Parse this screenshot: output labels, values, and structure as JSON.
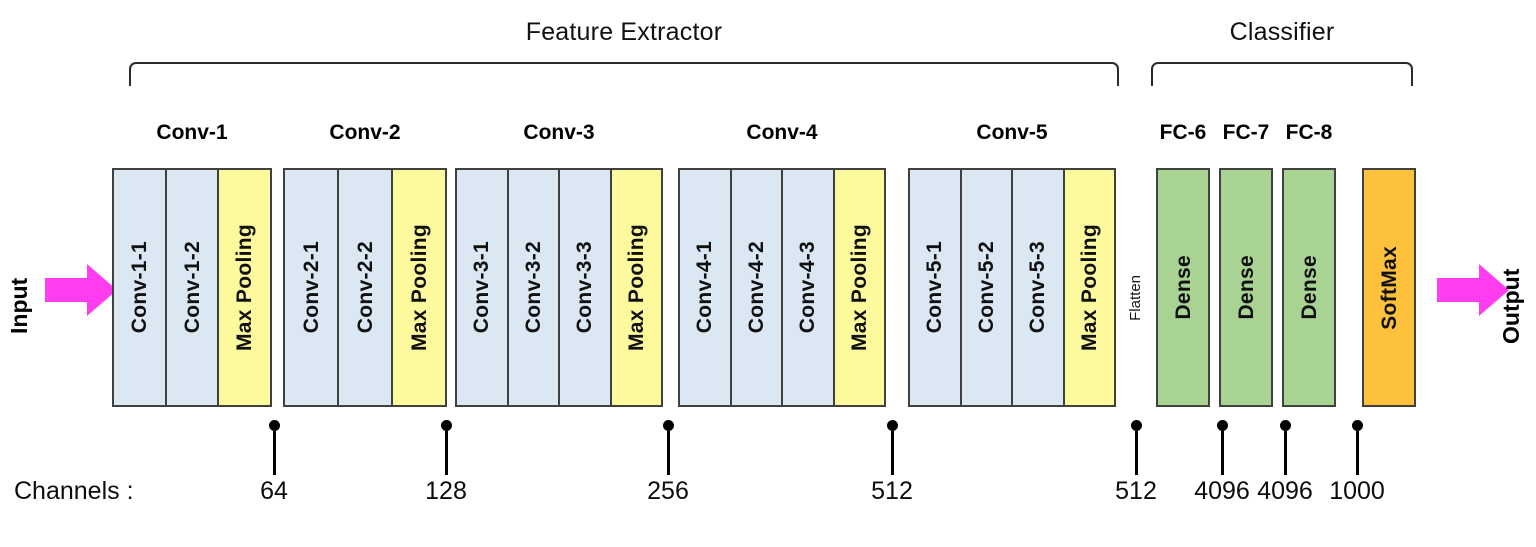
{
  "diagram": {
    "title_sections": [
      {
        "name": "feature-extractor",
        "label": "Feature Extractor"
      },
      {
        "name": "classifier",
        "label": "Classifier"
      }
    ],
    "io": {
      "input_label": "Input",
      "output_label": "Output",
      "arrow_color": "#ff3cf0"
    },
    "colors": {
      "conv": "#dce7f4",
      "pool": "#fdfa9e",
      "dense": "#a8d392",
      "softmax": "#fdc13b",
      "border": "#404040",
      "accent_arrow": "#ff3cf0"
    },
    "groups": [
      {
        "header": "Conv-1",
        "cells": [
          {
            "label": "Conv-1-1",
            "kind": "conv"
          },
          {
            "label": "Conv-1-2",
            "kind": "conv"
          },
          {
            "label": "Max Pooling",
            "kind": "pool"
          }
        ]
      },
      {
        "header": "Conv-2",
        "cells": [
          {
            "label": "Conv-2-1",
            "kind": "conv"
          },
          {
            "label": "Conv-2-2",
            "kind": "conv"
          },
          {
            "label": "Max Pooling",
            "kind": "pool"
          }
        ]
      },
      {
        "header": "Conv-3",
        "cells": [
          {
            "label": "Conv-3-1",
            "kind": "conv"
          },
          {
            "label": "Conv-3-2",
            "kind": "conv"
          },
          {
            "label": "Conv-3-3",
            "kind": "conv"
          },
          {
            "label": "Max Pooling",
            "kind": "pool"
          }
        ]
      },
      {
        "header": "Conv-4",
        "cells": [
          {
            "label": "Conv-4-1",
            "kind": "conv"
          },
          {
            "label": "Conv-4-2",
            "kind": "conv"
          },
          {
            "label": "Conv-4-3",
            "kind": "conv"
          },
          {
            "label": "Max Pooling",
            "kind": "pool"
          }
        ]
      },
      {
        "header": "Conv-5",
        "cells": [
          {
            "label": "Conv-5-1",
            "kind": "conv"
          },
          {
            "label": "Conv-5-2",
            "kind": "conv"
          },
          {
            "label": "Conv-5-3",
            "kind": "conv"
          },
          {
            "label": "Max Pooling",
            "kind": "pool"
          }
        ]
      }
    ],
    "flatten": {
      "label": "Flatten"
    },
    "classifier_blocks": [
      {
        "header": "FC-6",
        "label": "Dense",
        "kind": "dense"
      },
      {
        "header": "FC-7",
        "label": "Dense",
        "kind": "dense"
      },
      {
        "header": "FC-8",
        "label": "Dense",
        "kind": "dense"
      },
      {
        "header": "",
        "label": "SoftMax",
        "kind": "softmax"
      }
    ],
    "channels": {
      "caption": "Channels :",
      "values": [
        "64",
        "128",
        "256",
        "512",
        "512",
        "4096",
        "4096",
        "1000"
      ]
    }
  }
}
